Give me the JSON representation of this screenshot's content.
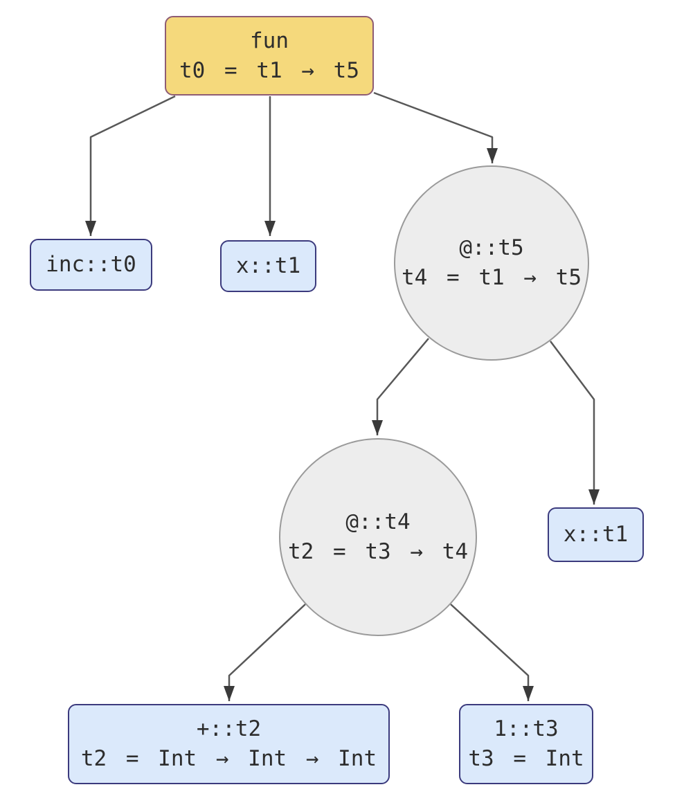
{
  "diagram": {
    "type": "type-inference-tree",
    "background": "#ffffff",
    "colors": {
      "rect_fill_blue": "#dbe9fb",
      "rect_border_blue": "#3b3a7d",
      "rect_fill_yellow": "#f5d97c",
      "rect_border_yellow": "#8e5c74",
      "circle_fill": "#ededed",
      "circle_border": "#9a9a9a",
      "edge_stroke": "#585858",
      "arrowhead_fill": "#3a3a3a",
      "text": "#2d2d2d"
    },
    "nodes": {
      "fun": {
        "shape": "rounded-rect",
        "style": "yellow",
        "line1": "fun",
        "line2": "t0 = t1 → t5"
      },
      "inc": {
        "shape": "rounded-rect",
        "style": "blue",
        "line1": "inc::t0"
      },
      "x_param": {
        "shape": "rounded-rect",
        "style": "blue",
        "line1": "x::t1"
      },
      "app_t5": {
        "shape": "circle",
        "style": "gray",
        "line1": "@::t5",
        "line2": "t4 = t1 → t5"
      },
      "app_t4": {
        "shape": "circle",
        "style": "gray",
        "line1": "@::t4",
        "line2": "t2 = t3 → t4"
      },
      "x_use": {
        "shape": "rounded-rect",
        "style": "blue",
        "line1": "x::t1"
      },
      "plus": {
        "shape": "rounded-rect",
        "style": "blue",
        "line1": "+::t2",
        "line2": "t2 = Int → Int → Int"
      },
      "one": {
        "shape": "rounded-rect",
        "style": "blue",
        "line1": "1::t3",
        "line2": "t3 = Int"
      }
    },
    "edges": [
      {
        "from": "fun",
        "to": "inc"
      },
      {
        "from": "fun",
        "to": "x_param"
      },
      {
        "from": "fun",
        "to": "app_t5"
      },
      {
        "from": "app_t5",
        "to": "app_t4"
      },
      {
        "from": "app_t5",
        "to": "x_use"
      },
      {
        "from": "app_t4",
        "to": "plus"
      },
      {
        "from": "app_t4",
        "to": "one"
      }
    ]
  }
}
